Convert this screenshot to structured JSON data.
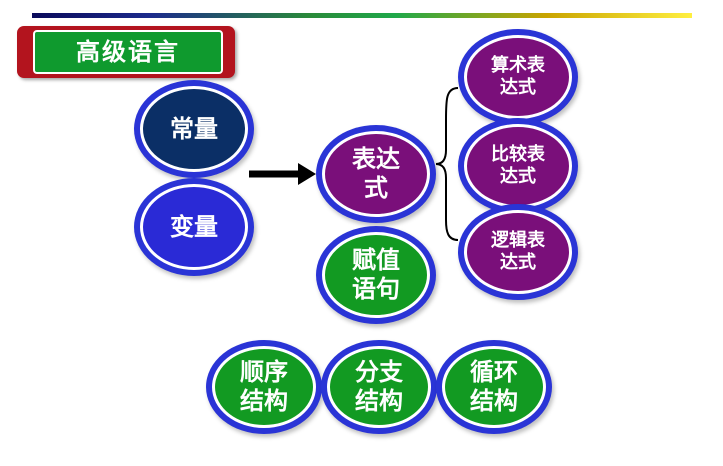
{
  "title": "高级语言",
  "colors": {
    "title_outer": "#b3141e",
    "title_inner": "#0f9a2e",
    "navy": "#0b2f66",
    "indigo": "#2a2ad6",
    "purple": "#7a0f7a",
    "green": "#129a22",
    "ring": "#2a34d6"
  },
  "left_nodes": [
    {
      "label": "常量"
    },
    {
      "label": "变量"
    }
  ],
  "center_nodes": [
    {
      "label": "表达\n式"
    },
    {
      "label": "赋值\n语句"
    }
  ],
  "expression_types": [
    {
      "label": "算术表\n达式"
    },
    {
      "label": "比较表\n达式"
    },
    {
      "label": "逻辑表\n达式"
    }
  ],
  "structures": [
    {
      "label": "顺序\n结构"
    },
    {
      "label": "分支\n结构"
    },
    {
      "label": "循环\n结构"
    }
  ]
}
